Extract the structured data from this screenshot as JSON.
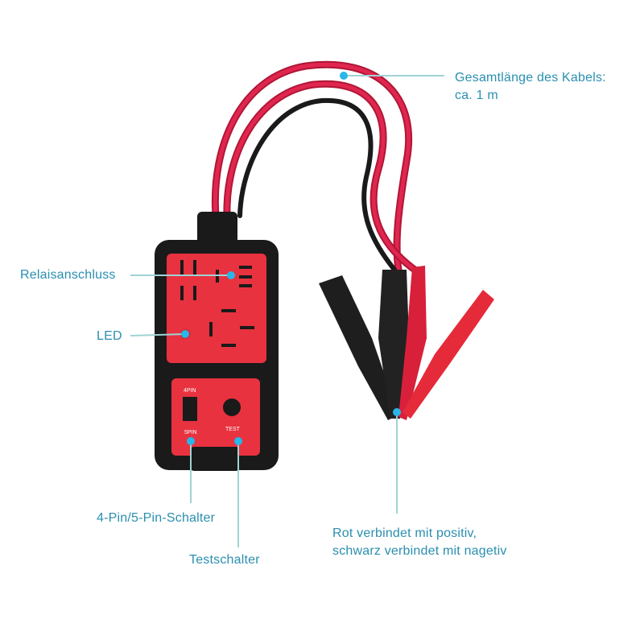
{
  "colors": {
    "label_text": "#2a8fb0",
    "callout_dot": "#29b6e8",
    "callout_line": "#9fd3d4",
    "device_red": "#e8323f",
    "device_black": "#1a1a1a",
    "cable_red": "#d81f45"
  },
  "device": {
    "switch_top_label": "4PIN",
    "switch_bottom_label": "5PIN",
    "button_label": "TEST"
  },
  "callouts": {
    "cable_length_line1": "Gesamtlänge des Kabels:",
    "cable_length_line2": "ca. 1 m",
    "relay_socket": "Relaisanschluss",
    "led": "LED",
    "pin_switch": "4-Pin/5-Pin-Schalter",
    "test_switch": "Testschalter",
    "clamps_line1": "Rot verbindet mit positiv,",
    "clamps_line2": "schwarz verbindet mit nagetiv"
  }
}
